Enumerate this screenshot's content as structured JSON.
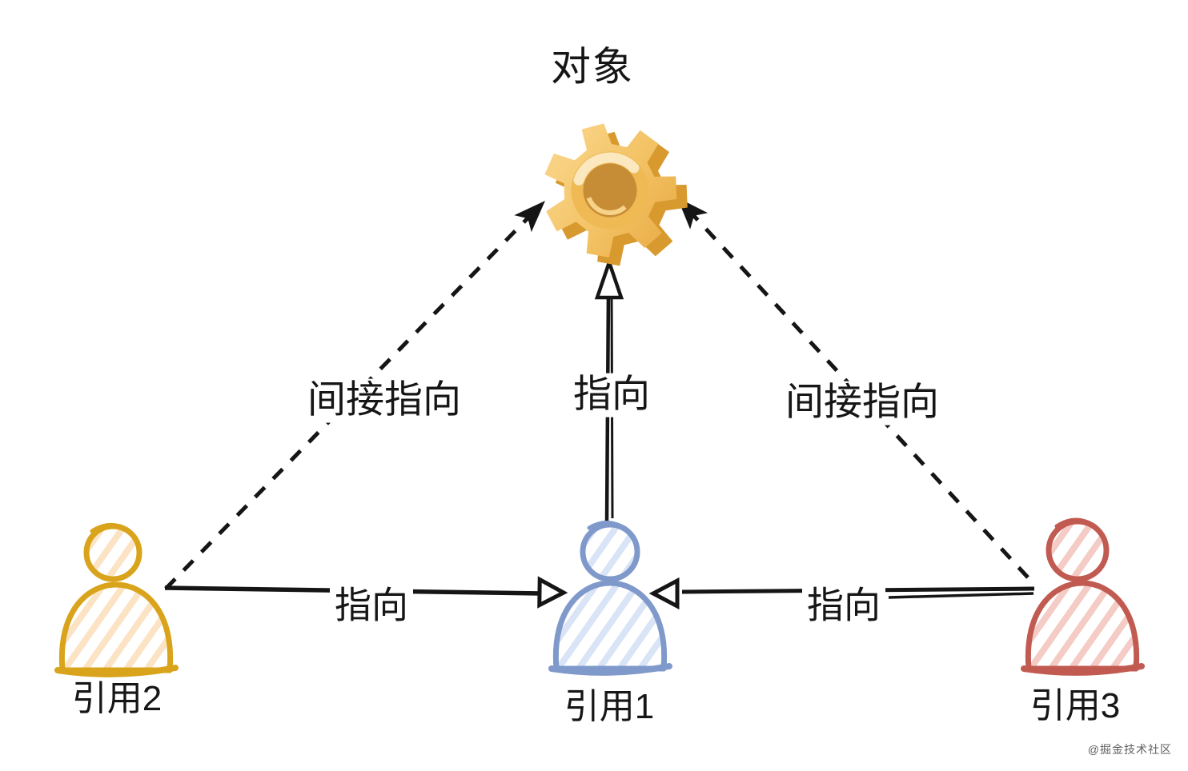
{
  "diagram": {
    "title": "对象",
    "object_icon": "gear-icon",
    "nodes": [
      {
        "id": "ref2",
        "label": "引用2",
        "color": "#D9A41B",
        "fill": "#FBE3C4",
        "position": "bottom-left"
      },
      {
        "id": "ref1",
        "label": "引用1",
        "color": "#8099CB",
        "fill": "#D9E4F6",
        "position": "bottom-center"
      },
      {
        "id": "ref3",
        "label": "引用3",
        "color": "#C15B52",
        "fill": "#F4CBC5",
        "position": "bottom-right"
      }
    ],
    "edges": [
      {
        "from": "引用2",
        "to": "对象",
        "label": "间接指向",
        "style": "dashed"
      },
      {
        "from": "引用1",
        "to": "对象",
        "label": "指向",
        "style": "solid"
      },
      {
        "from": "引用3",
        "to": "对象",
        "label": "间接指向",
        "style": "dashed"
      },
      {
        "from": "引用2",
        "to": "引用1",
        "label": "指向",
        "style": "solid"
      },
      {
        "from": "引用3",
        "to": "引用1",
        "label": "指向",
        "style": "solid"
      }
    ],
    "gear_colors": {
      "front_light": "#FBDA92",
      "front_dark": "#E8A843",
      "back": "#D8992E",
      "hub_ring": "#EFB954",
      "hub_hole": "#C78C36",
      "highlight": "#FBE8BE"
    },
    "line_color": "#151515",
    "watermark": "@掘金技术社区"
  }
}
